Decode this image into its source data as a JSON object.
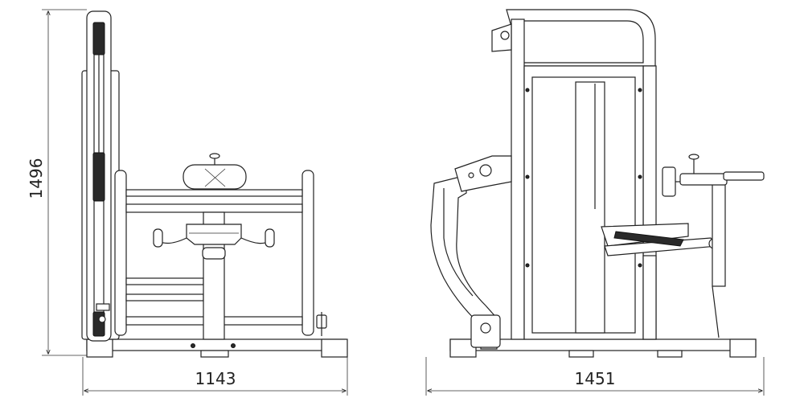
{
  "dimensions": {
    "height_label": "1496",
    "front_width_label": "1143",
    "side_width_label": "1451"
  }
}
